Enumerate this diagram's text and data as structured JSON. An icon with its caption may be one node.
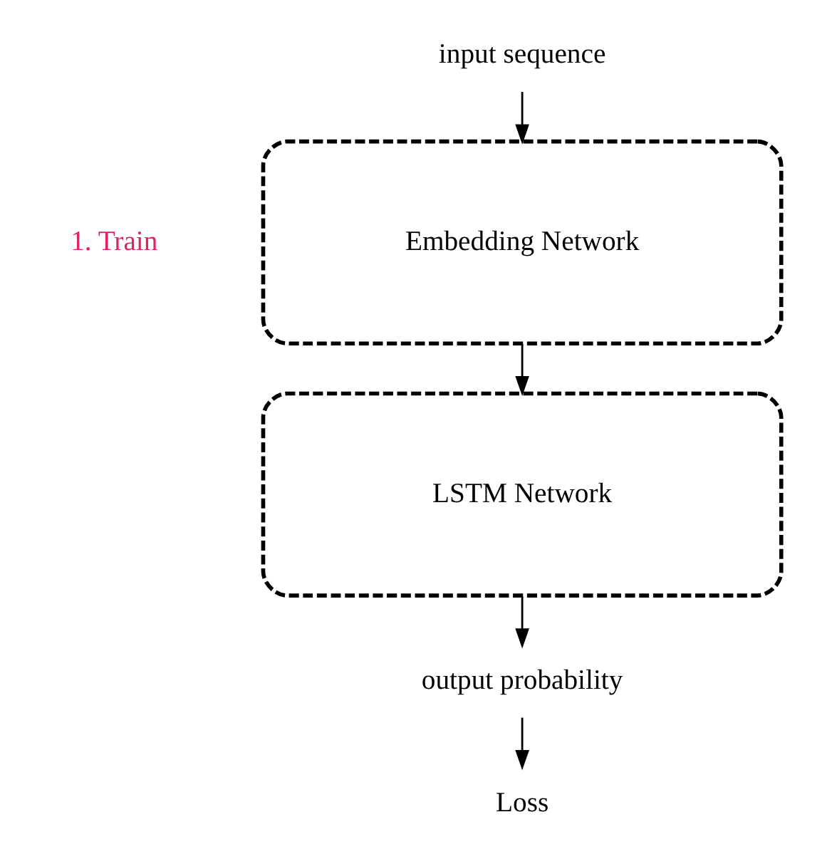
{
  "diagram": {
    "nodes": [
      {
        "text": [
          "input sequence"
        ]
      },
      {
        "text": [
          "Embedding Network"
        ]
      },
      {
        "text": [
          "LSTM Network"
        ]
      },
      {
        "text": [
          "output probability"
        ]
      },
      {
        "text": [
          "Loss"
        ]
      }
    ],
    "edges": [
      {
        "from": 0,
        "to": 1,
        "arrow": "to"
      },
      {
        "from": 1,
        "to": 2,
        "arrow": "to"
      },
      {
        "from": 2,
        "to": 3,
        "arrow": "to"
      },
      {
        "from": 3,
        "to": 4,
        "arrow": "to"
      }
    ],
    "labels": [
      "1. Train"
    ]
  }
}
